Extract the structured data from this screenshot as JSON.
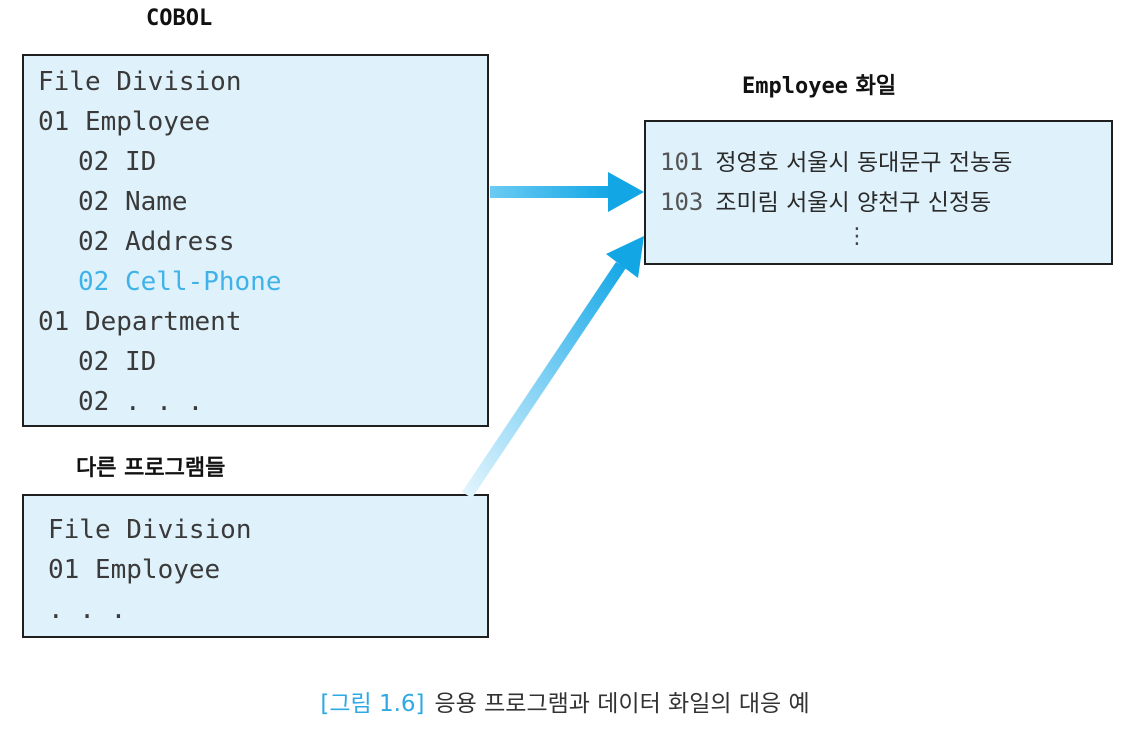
{
  "cobol": {
    "title": "COBOL",
    "lines": [
      {
        "text": "File Division",
        "level": 0
      },
      {
        "text": "01 Employee",
        "level": 0
      },
      {
        "text": "02 ID",
        "level": 1
      },
      {
        "text": "02 Name",
        "level": 1
      },
      {
        "text": "02 Address",
        "level": 1
      },
      {
        "text": "02 Cell-Phone",
        "level": 1,
        "highlight": true
      },
      {
        "text": "01 Department",
        "level": 0
      },
      {
        "text": "02 ID",
        "level": 1
      },
      {
        "text": "02 . . .",
        "level": 1
      }
    ]
  },
  "other_programs": {
    "title": "다른 프로그램들",
    "lines": [
      "File Division",
      "01 Employee",
      ". . ."
    ]
  },
  "employee_file": {
    "title_bold": "Employee",
    "title_suffix": " 화일",
    "records": [
      {
        "num": "101",
        "text": "정영호 서울시 동대문구 전농동"
      },
      {
        "num": "103",
        "text": "조미림 서울시 양천구 신정동"
      }
    ],
    "ellipsis": "⋮"
  },
  "caption": {
    "tag": "[그림 1.6]",
    "text": "응용 프로그램과 데이터 화일의 대응 예"
  },
  "colors": {
    "box_fill": "#dff1fb",
    "arrow": "#19a9e6",
    "highlight": "#3fb3e8"
  }
}
